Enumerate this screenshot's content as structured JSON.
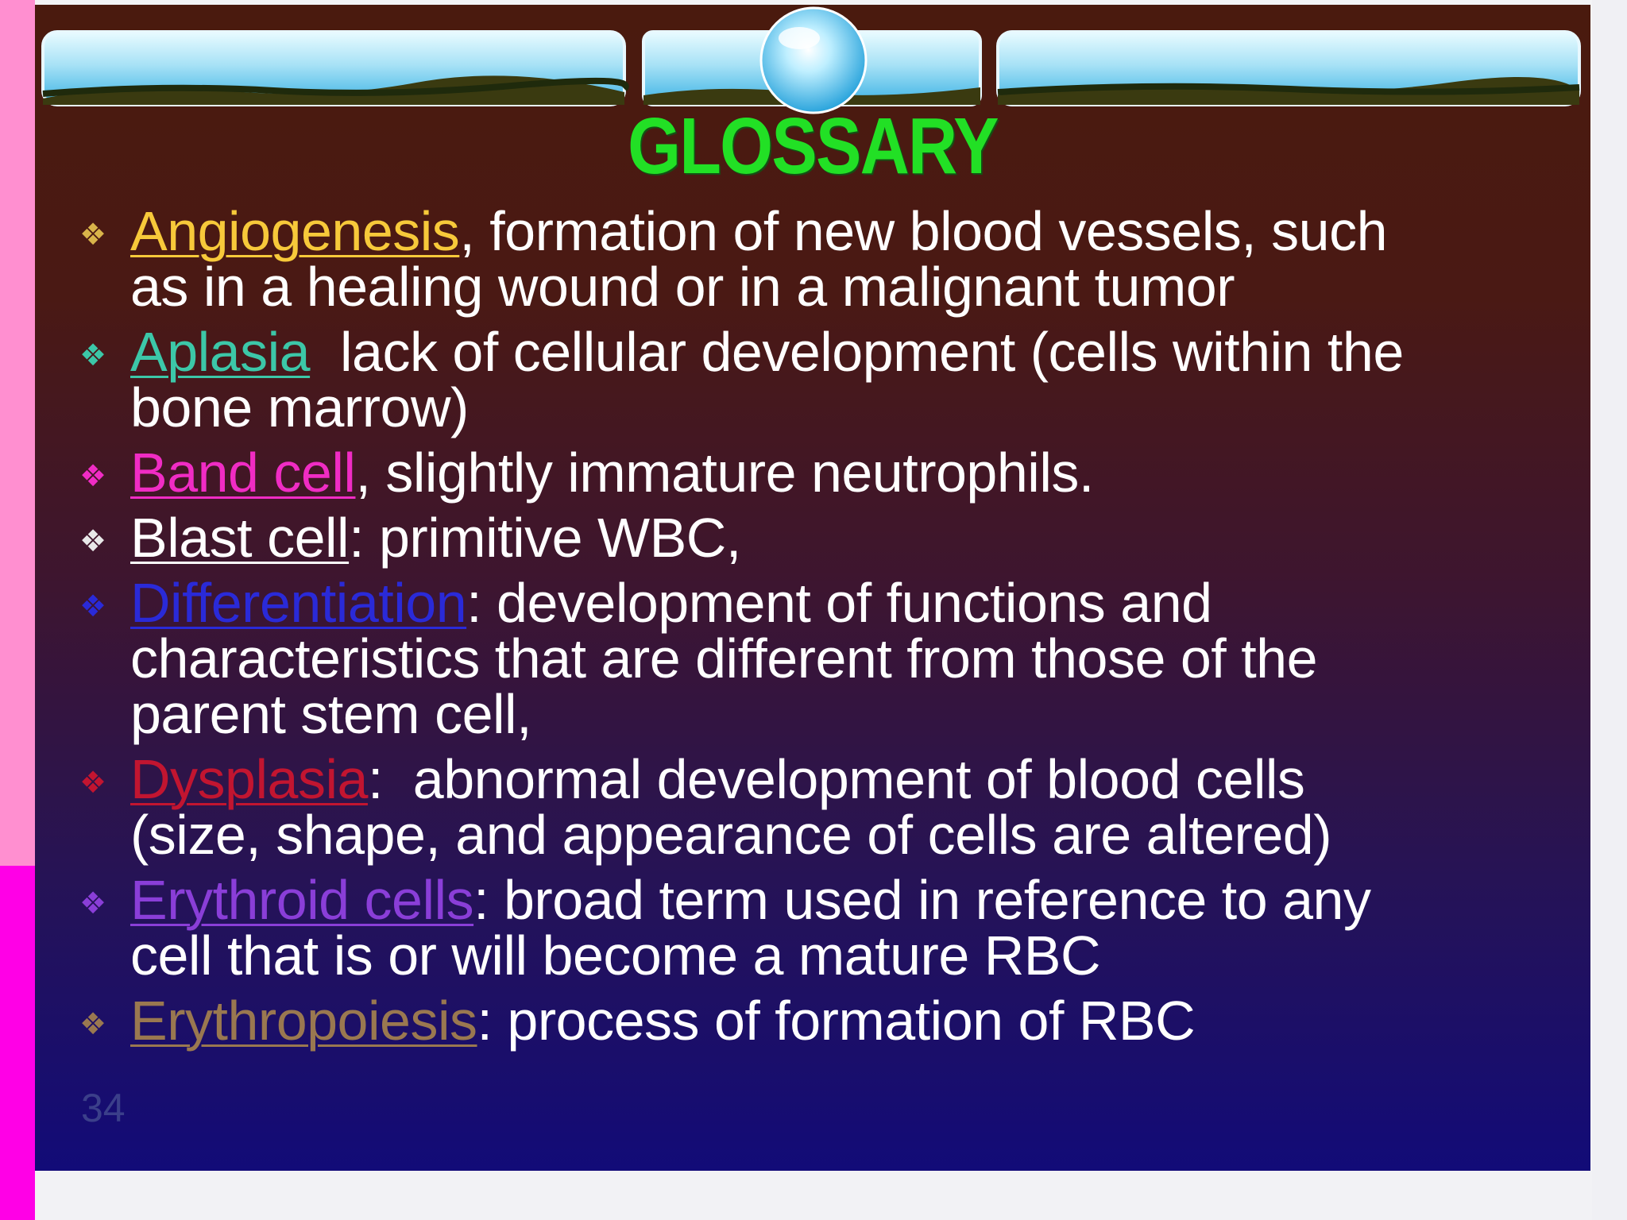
{
  "slide": {
    "title": "GLOSSARY",
    "number": "34",
    "items": [
      {
        "term": "Angiogenesis",
        "term_color": "#f7c93a",
        "bullet_color": "#d9b44a",
        "line1": ", formation of new blood vessels, such",
        "line2": "as in a healing wound or in a malignant tumor",
        "line3": ""
      },
      {
        "term": "Aplasia",
        "term_color": "#3cc7a8",
        "bullet_color": "#3cc7a8",
        "line1": "  lack of cellular development (cells within the",
        "line2": "bone marrow)",
        "line3": ""
      },
      {
        "term": "Band cell",
        "term_color": "#f02cc4",
        "bullet_color": "#f02cc4",
        "line1": ", slightly immature neutrophils.",
        "line2": "",
        "line3": ""
      },
      {
        "term": "Blast cell",
        "term_color": "#ffffff",
        "bullet_color": "#e8e8e8",
        "line1": ": primitive WBC,",
        "line2": "",
        "line3": ""
      },
      {
        "term": "Differentiation",
        "term_color": "#2a2ad8",
        "bullet_color": "#2a2ad8",
        "line1": ": development of functions and",
        "line2": "characteristics that are different from those of the",
        "line3": "parent stem cell,"
      },
      {
        "term": "Dysplasia",
        "term_color": "#c21530",
        "bullet_color": "#c21530",
        "line1": ":  abnormal development of blood cells",
        "line2": "(size, shape, and appearance of cells are altered)",
        "line3": ""
      },
      {
        "term": "Erythroid cells",
        "term_color": "#8a3ed8",
        "bullet_color": "#8a3ed8",
        "line1": ": broad term used in reference to any",
        "line2": "cell that is or will become a mature RBC",
        "line3": ""
      },
      {
        "term": "Erythropoiesis",
        "term_color": "#9a7850",
        "bullet_color": "#9a7850",
        "line1": ": process of formation of RBC",
        "line2": "",
        "line3": ""
      }
    ]
  },
  "colors": {
    "title": "#22e025",
    "text": "#ffffff",
    "sidebar_pink": "#ff8fd0",
    "sidebar_magenta": "#ff00e6"
  },
  "icons": {
    "bullet": "diamond-bullet-icon",
    "banner": "sky-landscape-banner"
  }
}
